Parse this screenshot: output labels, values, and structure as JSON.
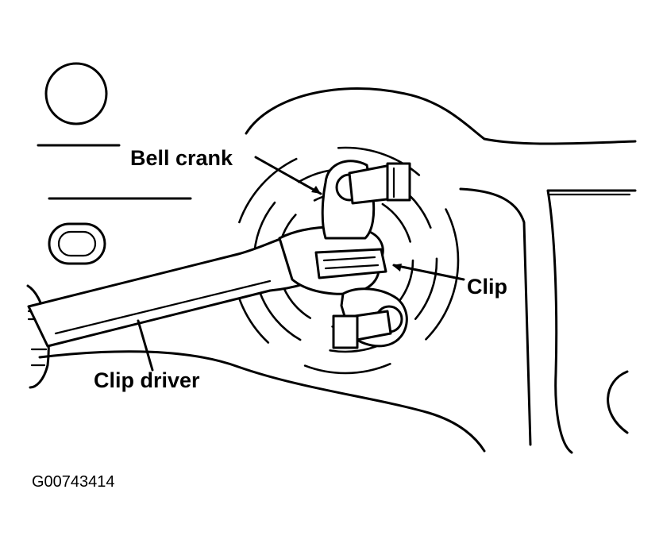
{
  "diagram": {
    "labels": {
      "bell_crank": "Bell crank",
      "clip": "Clip",
      "clip_driver": "Clip driver"
    },
    "figure_id": "G00743414"
  }
}
